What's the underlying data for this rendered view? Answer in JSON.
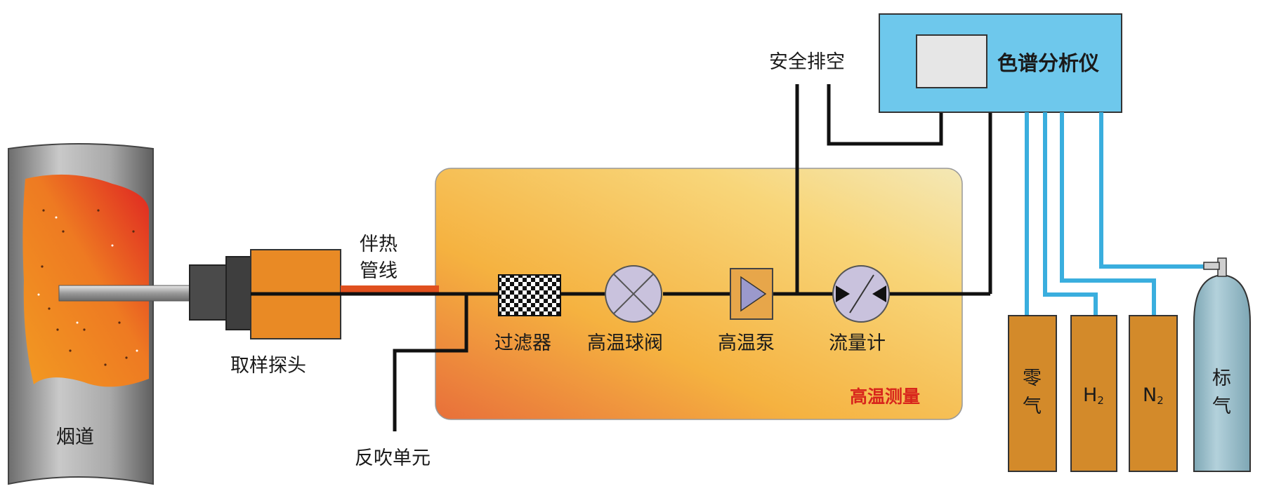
{
  "labels": {
    "flue": "烟道",
    "probe": "取样探头",
    "heated_line_1": "伴热",
    "heated_line_2": "管线",
    "filter": "过滤器",
    "ball_valve": "高温球阀",
    "pump": "高温泵",
    "flow_meter": "流量计",
    "high_temp_zone": "高温测量",
    "backflush": "反吹单元",
    "safe_vent": "安全排空",
    "analyzer": "色谱分析仪",
    "zero_gas_1": "零",
    "zero_gas_2": "气",
    "h2_main": "H",
    "h2_sub": "2",
    "n2_main": "N",
    "n2_sub": "2",
    "std_gas_1": "标",
    "std_gas_2": "气"
  },
  "colors": {
    "analyzer_fill": "#6ec8ec",
    "gas_line": "#3aaede",
    "heated_line": "#e0501e",
    "cylinder_fill": "#d38a2a",
    "std_cylinder_fill": "#8fb7c4",
    "probe_body": "#e98a25"
  }
}
